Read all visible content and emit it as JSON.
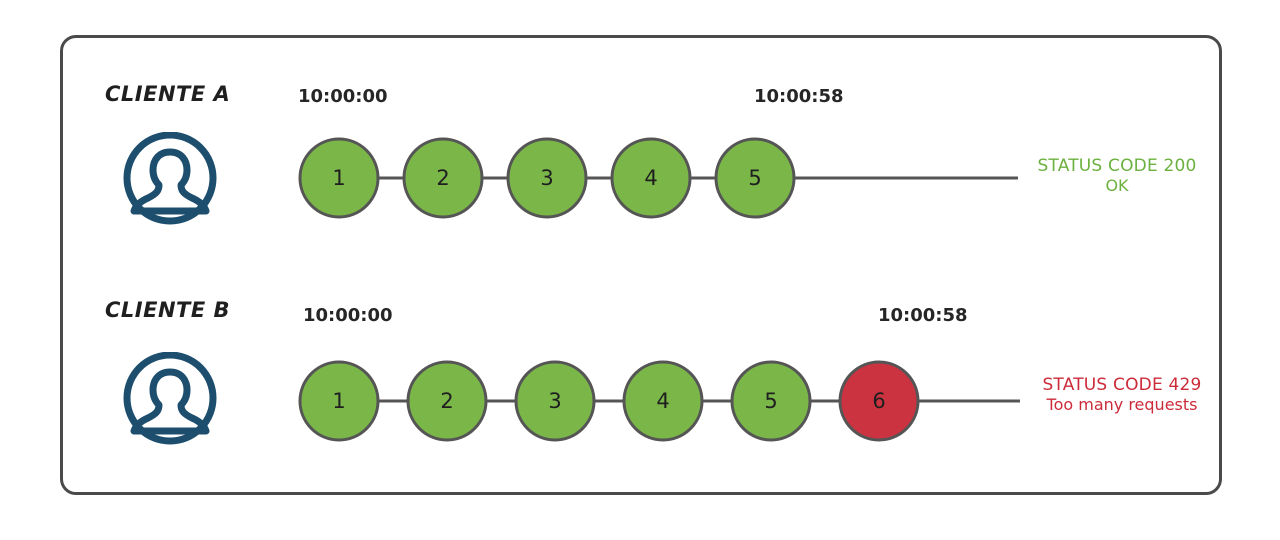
{
  "diagram": {
    "title_frame": "rate-limit-comparison",
    "colors": {
      "node_green": "#7ab648",
      "node_red": "#cb3340",
      "node_stroke": "#555555",
      "connector": "#555555",
      "avatar": "#1d4e6e",
      "frame_border": "#4a4a4a",
      "status_ok": "#6cb13f",
      "status_error": "#cc2b3a",
      "text_dark": "#1f1f1f"
    },
    "rows": [
      {
        "id": "client-a",
        "label": "CLIENTE A",
        "avatar_icon": "user-avatar-icon",
        "start_time": "10:00:00",
        "end_time": "10:00:58",
        "nodes": [
          {
            "label": "1",
            "state": "ok"
          },
          {
            "label": "2",
            "state": "ok"
          },
          {
            "label": "3",
            "state": "ok"
          },
          {
            "label": "4",
            "state": "ok"
          },
          {
            "label": "5",
            "state": "ok"
          }
        ],
        "status": {
          "line1": "STATUS CODE 200",
          "line2": "OK",
          "state": "ok"
        }
      },
      {
        "id": "client-b",
        "label": "CLIENTE B",
        "avatar_icon": "user-avatar-icon",
        "start_time": "10:00:00",
        "end_time": "10:00:58",
        "nodes": [
          {
            "label": "1",
            "state": "ok"
          },
          {
            "label": "2",
            "state": "ok"
          },
          {
            "label": "3",
            "state": "ok"
          },
          {
            "label": "4",
            "state": "ok"
          },
          {
            "label": "5",
            "state": "ok"
          },
          {
            "label": "6",
            "state": "error"
          }
        ],
        "status": {
          "line1": "STATUS CODE 429",
          "line2": "Too many requests",
          "state": "error"
        }
      }
    ]
  }
}
